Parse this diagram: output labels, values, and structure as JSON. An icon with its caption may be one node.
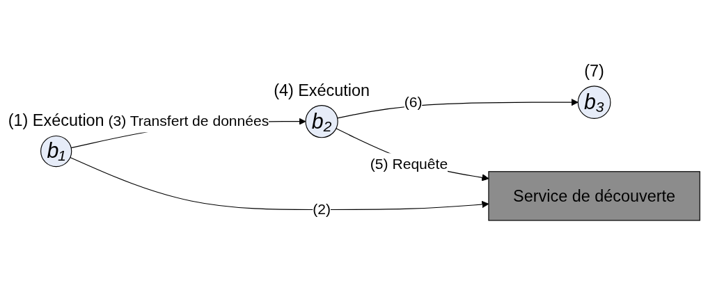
{
  "diagram": {
    "nodes": [
      {
        "text": [
          "b₁"
        ],
        "beside": [
          "(1) Exécution"
        ]
      },
      {
        "text": [
          "b₂"
        ],
        "beside": [
          "(4) Exécution"
        ]
      },
      {
        "text": [
          "b₃"
        ],
        "beside": [
          "(7)"
        ]
      },
      {
        "text": [
          "Service de découverte"
        ]
      }
    ],
    "edges": [
      {
        "from": 0,
        "to": 1,
        "arrow": "to",
        "label": "(3) Transfert de données"
      },
      {
        "from": 1,
        "to": 2,
        "arrow": "to",
        "label": "(6)"
      },
      {
        "from": 0,
        "to": 3,
        "arrow": "to",
        "label": "(2)"
      },
      {
        "from": 1,
        "to": 3,
        "arrow": "to",
        "label": "(5) Requête"
      }
    ]
  }
}
